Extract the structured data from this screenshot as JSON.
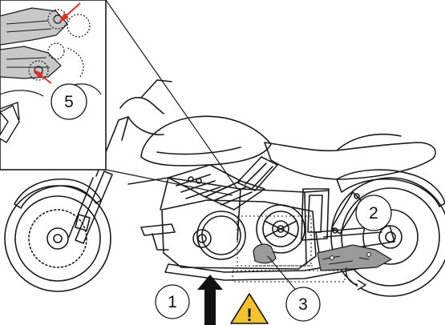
{
  "diagram": {
    "callouts": [
      {
        "id": "1",
        "label": "1"
      },
      {
        "id": "2",
        "label": "2"
      },
      {
        "id": "3",
        "label": "3"
      },
      {
        "id": "5",
        "label": "5"
      }
    ],
    "warning_symbol": "!",
    "colors": {
      "line": "#1a1a1a",
      "highlight_arrow": "#e0302a",
      "highlight_fill": "#9a9a9a",
      "warning_fill": "#f2c230",
      "background": "#ffffff"
    }
  }
}
